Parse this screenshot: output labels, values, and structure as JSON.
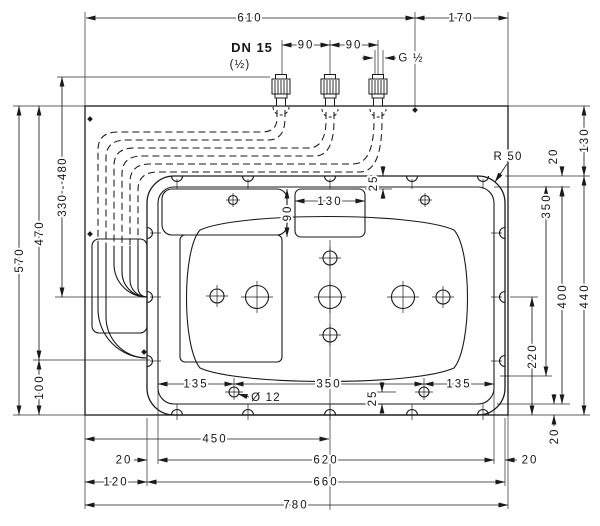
{
  "drawing": {
    "type": "installation-dimension-drawing",
    "line_color": "#1a1a1a",
    "background": "#ffffff"
  },
  "labels": {
    "d610": "610",
    "d170": "170",
    "d90a": "90",
    "d90b": "90",
    "g12": "G ½",
    "dn15": "DN 15",
    "dn15_sub": "(½)",
    "d570": "570",
    "d470": "470",
    "d330_480": "330 - 480",
    "d100": "100",
    "d130r": "130",
    "d20tr": "20",
    "r50": "R 50",
    "d350r": "350",
    "d400": "400",
    "d440": "440",
    "d220": "220",
    "d20brv": "20",
    "d130i": "130",
    "d90i": "90",
    "d25t": "25",
    "d25b": "25",
    "d135l": "135",
    "d350b": "350",
    "d135r": "135",
    "dia12": "Ø 12",
    "d450": "450",
    "d20bl": "20",
    "d620": "620",
    "d20br": "20",
    "d120": "120",
    "d660": "660",
    "d780": "780"
  }
}
